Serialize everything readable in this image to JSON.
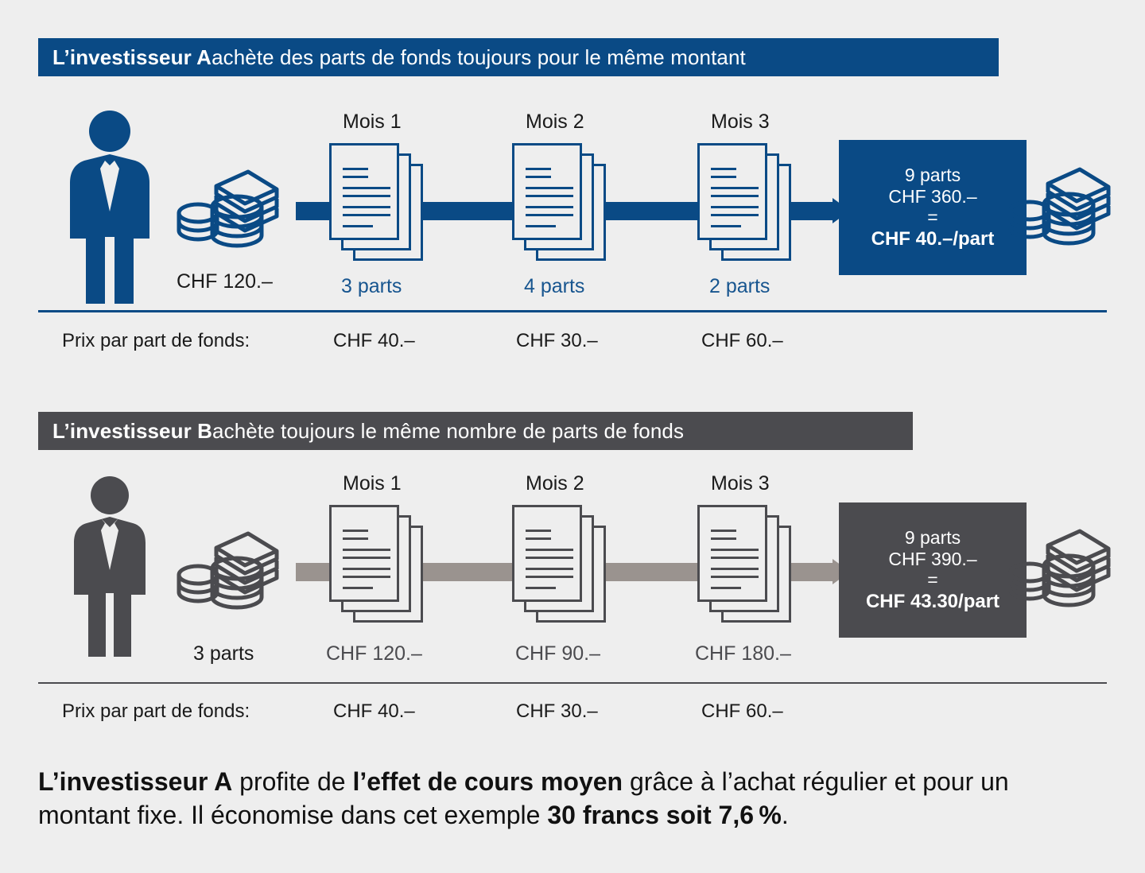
{
  "colors": {
    "background": "#eeeeee",
    "blue": "#0a4a85",
    "blue_text": "#17558f",
    "gray": "#4b4b4f",
    "gray_band": "#9a938f",
    "white": "#ffffff"
  },
  "section_a": {
    "header": {
      "bold": "L’investisseur A",
      "rest": " achète des parts de fonds toujours pour le même montant"
    },
    "investor_icon": "businessman-icon",
    "money_icon": "money-stack-icon",
    "invest_amount": "CHF 120.–",
    "months": [
      {
        "month_label": "Mois 1",
        "shares_label": "3 parts",
        "price_label": "CHF 40.–"
      },
      {
        "month_label": "Mois 2",
        "shares_label": "4 parts",
        "price_label": "CHF 30.–"
      },
      {
        "month_label": "Mois 3",
        "shares_label": "2 parts",
        "price_label": "CHF 60.–"
      }
    ],
    "price_row_label": "Prix par part de fonds:",
    "result": {
      "line1": "9 parts",
      "line2": "CHF 360.–",
      "line3": "=",
      "line4": "CHF 40.–/part"
    }
  },
  "section_b": {
    "header": {
      "bold": "L’investisseur B",
      "rest": " achète toujours le même nombre de parts de fonds"
    },
    "investor_icon": "businessman-icon",
    "money_icon": "money-stack-icon",
    "invest_amount": "3 parts",
    "months": [
      {
        "month_label": "Mois 1",
        "cost_label": "CHF 120.–",
        "price_label": "CHF 40.–"
      },
      {
        "month_label": "Mois 2",
        "cost_label": "CHF 90.–",
        "price_label": "CHF 30.–"
      },
      {
        "month_label": "Mois 3",
        "cost_label": "CHF 180.–",
        "price_label": "CHF 60.–"
      }
    ],
    "price_row_label": "Prix par part de fonds:",
    "result": {
      "line1": "9 parts",
      "line2": "CHF 390.–",
      "line3": "=",
      "line4": "CHF 43.30/part"
    }
  },
  "caption": {
    "p1_bold": "L’investisseur A",
    "p1_mid": " profite de ",
    "p2_bold": "l’effet de cours moyen",
    "p2_mid": " grâce à l’achat régulier et pour un montant fixe. Il économise dans cet exemple ",
    "p3_bold": "30 francs soit 7,6 %",
    "p3_end": "."
  }
}
